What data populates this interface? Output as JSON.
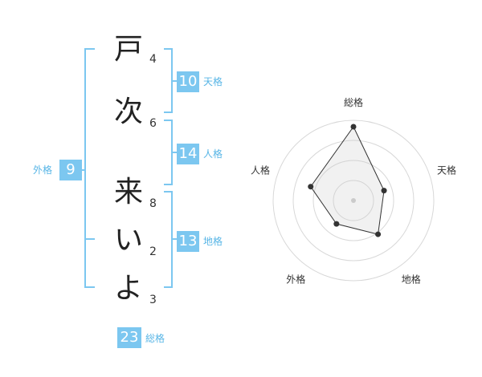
{
  "name": {
    "chars": [
      "戸",
      "次",
      "来",
      "い",
      "よ"
    ],
    "strokes": [
      "4",
      "6",
      "8",
      "2",
      "3"
    ]
  },
  "kaku": {
    "tenkaku": {
      "value": "10",
      "label": "天格"
    },
    "jinkaku": {
      "value": "14",
      "label": "人格"
    },
    "chikaku": {
      "value": "13",
      "label": "地格"
    },
    "gaikaku": {
      "value": "9",
      "label": "外格"
    },
    "soukaku": {
      "value": "23",
      "label": "総格"
    }
  },
  "colors": {
    "accent": "#7cc7f0",
    "accent_text": "#57b5e6",
    "ink": "#222222"
  },
  "chart_data": {
    "type": "radar",
    "axes": [
      "総格",
      "天格",
      "地格",
      "外格",
      "人格"
    ],
    "values": [
      23,
      10,
      13,
      9,
      14
    ],
    "rings": 4
  }
}
